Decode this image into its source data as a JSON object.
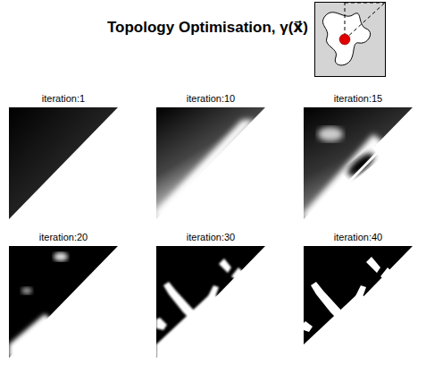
{
  "diagram": {
    "title": "Topology Optimisation, γ(x⃗)",
    "labels": [
      "iteration:1",
      "iteration:10",
      "iteration:15",
      "iteration:20",
      "iteration:30",
      "iteration:40"
    ]
  }
}
